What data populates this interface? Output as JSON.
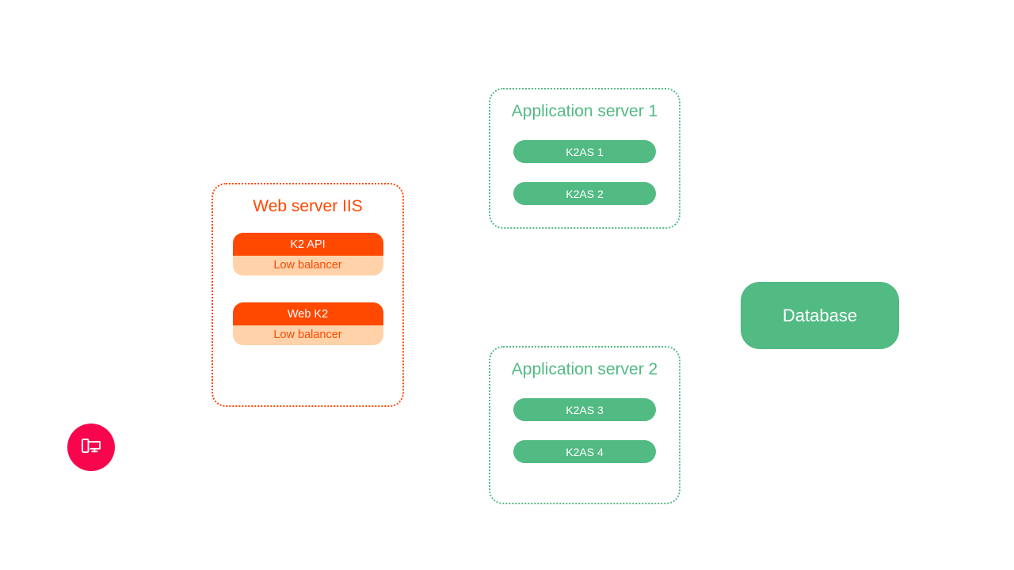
{
  "client": {
    "icon": "devices-icon"
  },
  "web_server": {
    "title": "Web server IIS",
    "groups": [
      {
        "service": "K2 API",
        "balancer": "Low balancer"
      },
      {
        "service": "Web K2",
        "balancer": "Low balancer"
      }
    ]
  },
  "app_server_1": {
    "title": "Application server 1",
    "nodes": [
      "K2AS 1",
      "K2AS 2"
    ]
  },
  "app_server_2": {
    "title": "Application server 2",
    "nodes": [
      "K2AS 3",
      "K2AS 4"
    ]
  },
  "database": {
    "label": "Database"
  },
  "colors": {
    "pink": "#f7064e",
    "orange": "#ff4800",
    "orange-light": "#ffd2a9",
    "green": "#52ba83"
  }
}
